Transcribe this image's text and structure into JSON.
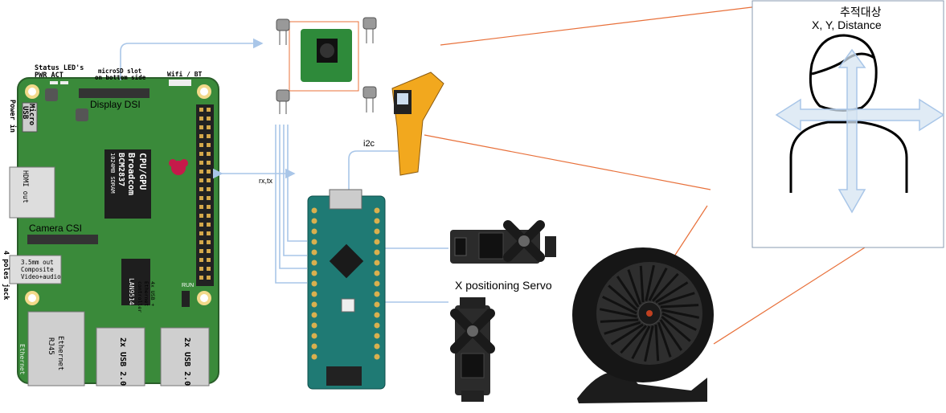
{
  "labels": {
    "status_leds": "Status LED's",
    "pwr_act": "PWR  ACT",
    "microsd_1": "microSD slot",
    "microsd_2": "on bottom side",
    "wifi_bt": "Wifi / BT",
    "micro_usb_1": "Micro",
    "micro_usb_2": "USB",
    "power_in": "Power in",
    "display_dsi": "Display DSI",
    "cpu_1": "CPU/GPU",
    "cpu_2": "Broadcom",
    "cpu_3": "BCM2837",
    "cpu_4": "1024MB SDRAM",
    "hdmi_out": "HDMI out",
    "camera_csi": "Camera CSI",
    "four_poles": "4 poles jack",
    "audio_1": "3.5mm out",
    "audio_2": "Composite",
    "audio_3": "Video+audio",
    "usb_ctrl_1": "4x USB +",
    "usb_ctrl_2": "Ethernet",
    "usb_ctrl_3": "controller",
    "lan_chip": "LAN9514",
    "run": "RUN",
    "ethernet_side": "Ethernet",
    "ethernet_1": "Ethernet",
    "ethernet_2": "RJ45",
    "usb_a": "2x USB 2.0",
    "usb_b": "2x USB 2.0",
    "rx_tx": "rx,tx",
    "i2c": "i2c",
    "x_servo": "X positioning  Servo",
    "target_title": "추적대상",
    "target_sub": "X, Y,  Distance"
  },
  "colors": {
    "pcb": "#3a8a3a",
    "pcb_dark": "#2d6e2d",
    "arduino": "#1f7a74",
    "connector_blue": "#a9c6e8",
    "orange_line": "#e8703a",
    "servo": "#2b2b2b"
  }
}
